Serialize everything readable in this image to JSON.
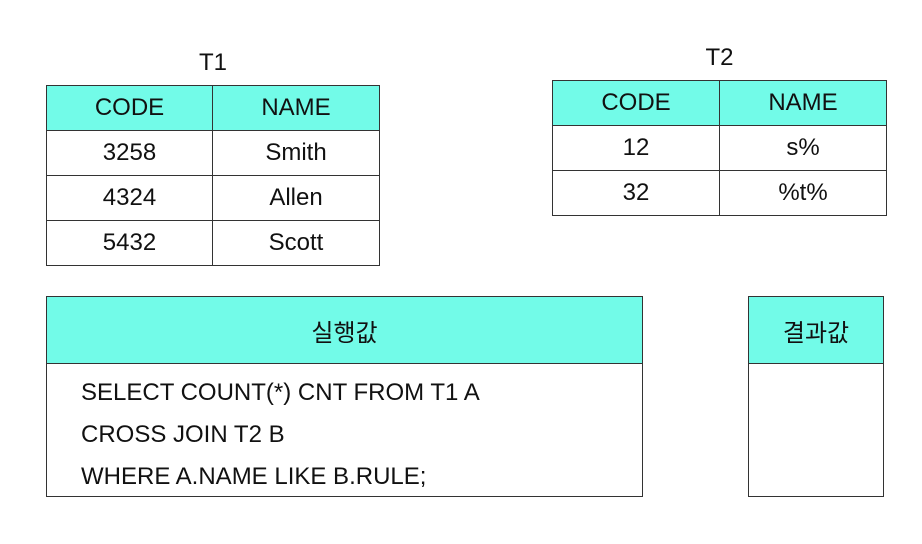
{
  "t1": {
    "title": "T1",
    "headers": [
      "CODE",
      "NAME"
    ],
    "rows": [
      [
        "3258",
        "Smith"
      ],
      [
        "4324",
        "Allen"
      ],
      [
        "5432",
        "Scott"
      ]
    ]
  },
  "t2": {
    "title": "T2",
    "headers": [
      "CODE",
      "NAME"
    ],
    "rows": [
      [
        "12",
        "s%"
      ],
      [
        "32",
        "%t%"
      ]
    ]
  },
  "query_panel": {
    "title": "실행값",
    "lines": [
      "SELECT COUNT(*) CNT FROM T1 A",
      "CROSS JOIN T2 B",
      "WHERE A.NAME LIKE B.RULE;"
    ]
  },
  "result_panel": {
    "title": "결과값",
    "value": ""
  },
  "colors": {
    "header_fill": "#72fbe8",
    "border": "#333333"
  }
}
